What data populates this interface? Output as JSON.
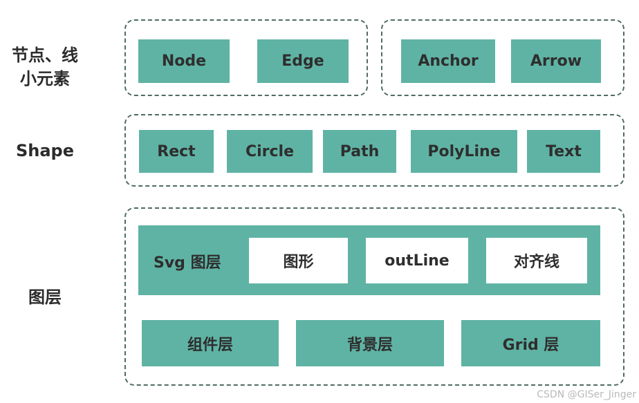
{
  "rows": {
    "elements": {
      "label_line1": "节点、线",
      "label_line2": "小元素",
      "group1": [
        "Node",
        "Edge"
      ],
      "group2": [
        "Anchor",
        "Arrow"
      ]
    },
    "shape": {
      "label": "Shape",
      "items": [
        "Rect",
        "Circle",
        "Path",
        "PolyLine",
        "Text"
      ]
    },
    "layer": {
      "label": "图层",
      "svg_layer_label": "Svg 图层",
      "svg_items": [
        "图形",
        "outLine",
        "对齐线"
      ],
      "bottom_items": [
        "组件层",
        "背景层",
        "Grid 层"
      ]
    }
  },
  "watermark": "CSDN @GISer_Jinger",
  "colors": {
    "teal": "#5fb3a4",
    "border": "#4d6b63",
    "text": "#2e2e2e"
  }
}
